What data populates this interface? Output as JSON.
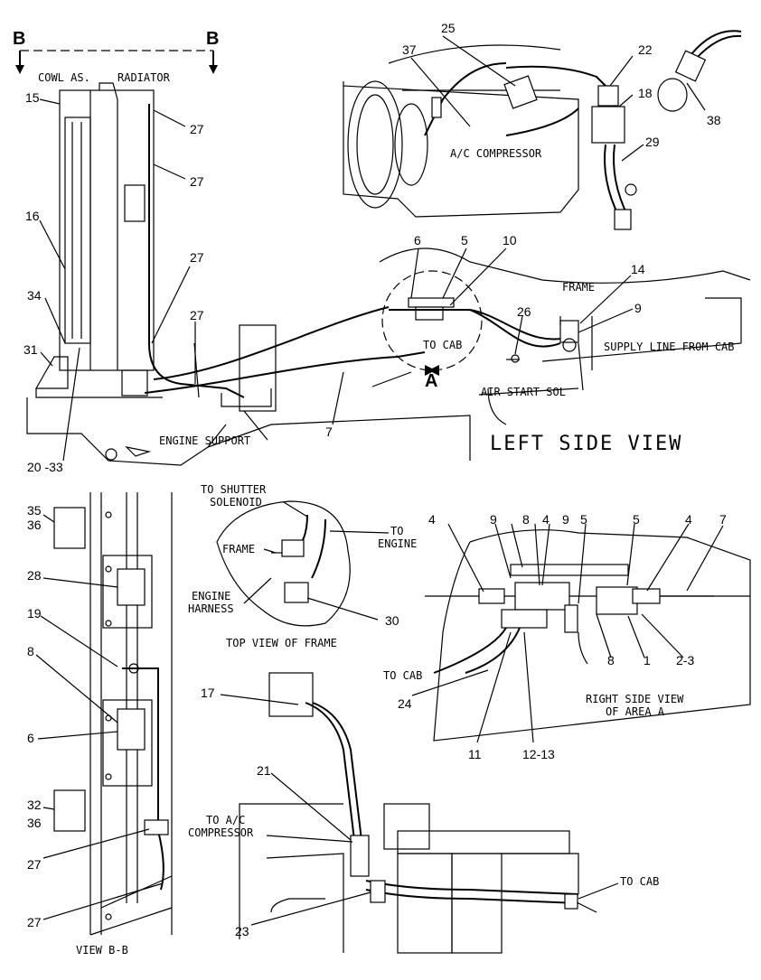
{
  "view_marks": {
    "section_b_left": "B",
    "section_b_right": "B",
    "area_a": "A"
  },
  "callouts": {
    "c15": "15",
    "c16": "16",
    "c34": "34",
    "c31": "31",
    "c20_33": "20 -33",
    "c27a": "27",
    "c27b": "27",
    "c27c": "27",
    "c27d": "27",
    "c37": "37",
    "c25": "25",
    "c22": "22",
    "c18": "18",
    "c29": "29",
    "c38": "38",
    "c6": "6",
    "c5": "5",
    "c10": "10",
    "c14": "14",
    "c9": "9",
    "c26": "26",
    "c7": "7",
    "c35": "35",
    "c36a": "36",
    "c28": "28",
    "c19": "19",
    "c8": "8",
    "c6b": "6",
    "c32": "32",
    "c36b": "36",
    "c27e": "27",
    "c27f": "27",
    "c30": "30",
    "r4a": "4",
    "r9a": "9",
    "r8a": "8",
    "r4b": "4",
    "r9b": "9",
    "r5a": "5",
    "r5b": "5",
    "r4c": "4",
    "r7": "7",
    "r8b": "8",
    "r1": "1",
    "r2_3": "2-3",
    "r24": "24",
    "r11": "11",
    "r12_13": "12-13",
    "c17": "17",
    "c21": "21",
    "c23": "23"
  },
  "labels": {
    "cowl_as": "COWL AS.",
    "radiator": "RADIATOR",
    "ac_compressor": "A/C COMPRESSOR",
    "frame": "FRAME",
    "to_cab_1": "TO CAB",
    "supply_line": "SUPPLY LINE FROM CAB",
    "air_start_sol": "AIR START SOL",
    "engine_support": "ENGINE SUPPORT",
    "left_side_view": "LEFT SIDE VIEW",
    "to_shutter_1": "TO SHUTTER",
    "to_shutter_2": "SOLENOID",
    "to_engine_1": "TO",
    "to_engine_2": "ENGINE",
    "frame_top": "FRAME",
    "engine_harness_1": "ENGINE",
    "engine_harness_2": "HARNESS",
    "top_view": "TOP VIEW OF FRAME",
    "to_cab_2": "TO CAB",
    "right_side_1": "RIGHT SIDE VIEW",
    "right_side_2": "OF AREA A",
    "to_ac_1": "TO A/C",
    "to_ac_2": "COMPRESSOR",
    "to_cab_3": "TO CAB",
    "view_bb": "VIEW B-B"
  }
}
